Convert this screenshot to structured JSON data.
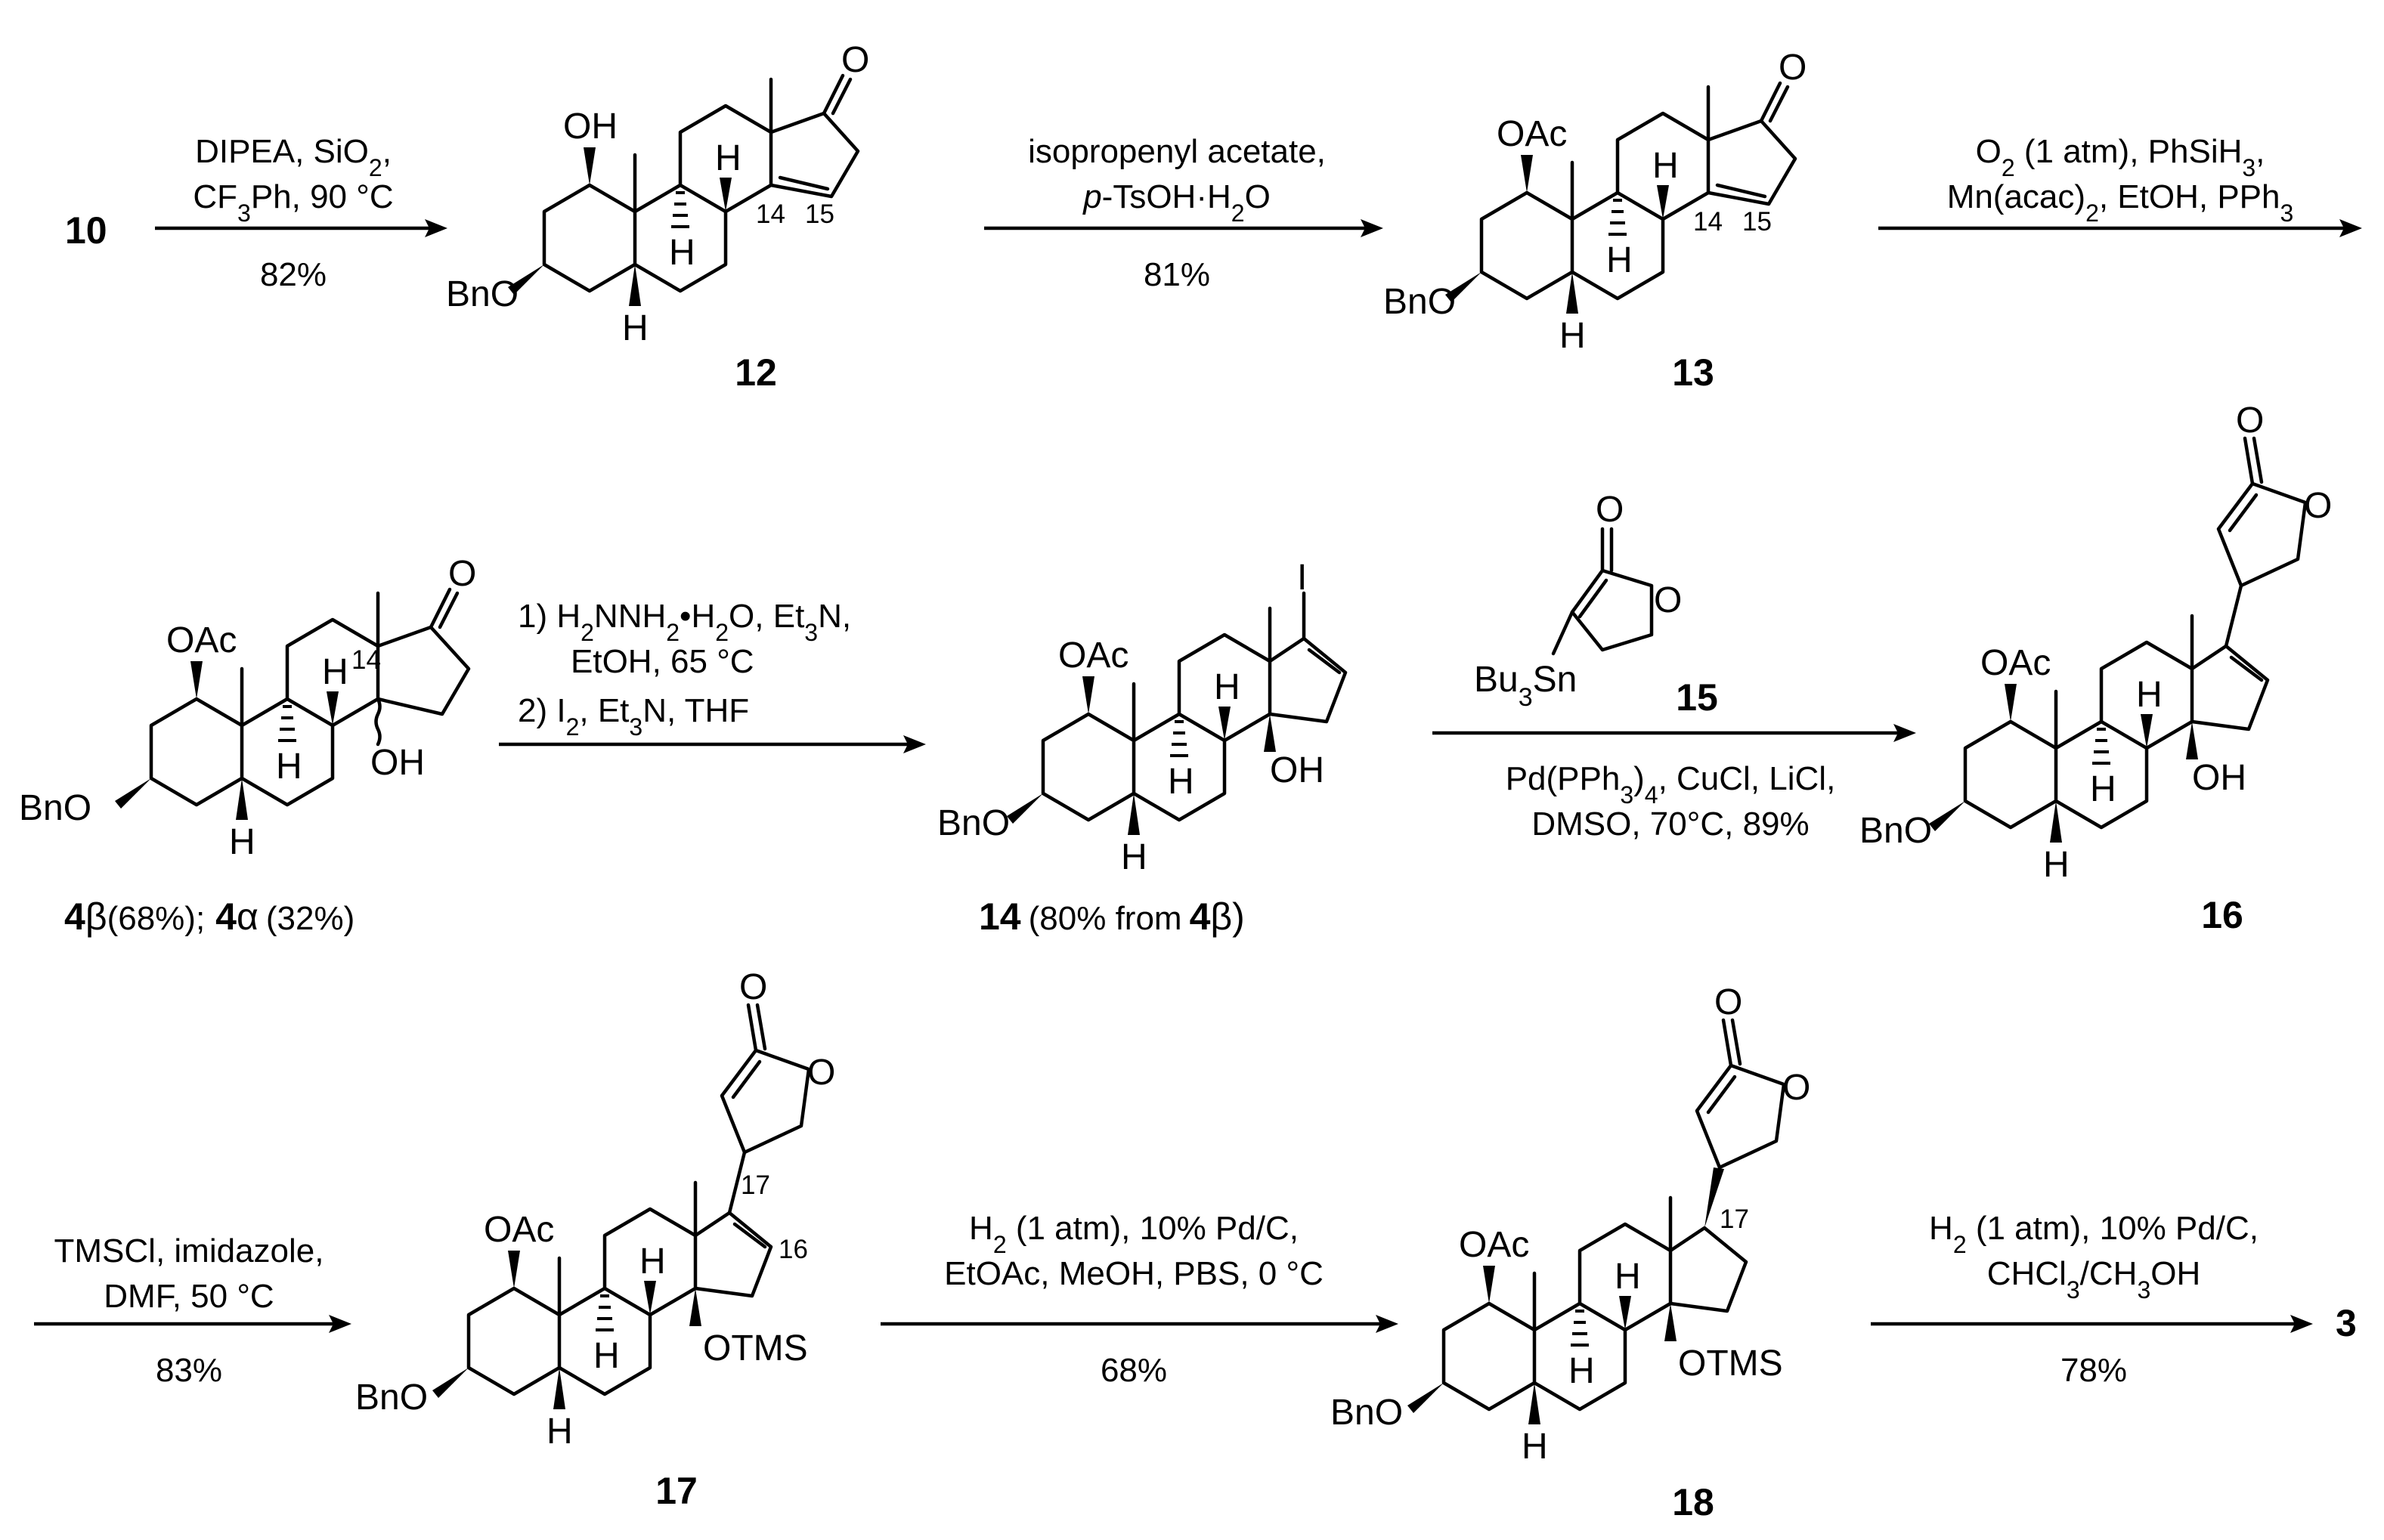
{
  "compounds": {
    "c10": "10",
    "c12": "12",
    "c13": "13",
    "c4b": "4",
    "c4a": "4",
    "c14": "14",
    "c15": "15",
    "c16": "16",
    "c17": "17",
    "c18": "18",
    "c3": "3"
  },
  "labels": {
    "l4b_greek": "β",
    "l4b_yield": "(68%);",
    "l4a_greek": "α",
    "l4a_yield": "(32%)",
    "l14_text": "(80% from",
    "l14_ref": "4",
    "l14_greek": "β",
    "l14_close": ")"
  },
  "atoms": {
    "OH": "OH",
    "OAc": "OAc",
    "BnO": "BnO",
    "H": "H",
    "O": "O",
    "I": "I",
    "OTMS": "OTMS",
    "n14": "14",
    "n15": "15",
    "n16": "16",
    "n17": "17",
    "Bu3Sn_a": "Bu",
    "Bu3Sn_sub": "3",
    "Bu3Sn_b": "Sn"
  },
  "steps": {
    "s1": {
      "line1": "DIPEA, SiO",
      "line1_sub": "2",
      "line1_end": ",",
      "line2_a": "CF",
      "line2_sub": "3",
      "line2_b": "Ph, 90 °C",
      "yield": "82%"
    },
    "s2": {
      "line1": "isopropenyl acetate,",
      "line2_a": "p",
      "line2_b": "-TsOH·H",
      "line2_sub": "2",
      "line2_c": "O",
      "yield": "81%"
    },
    "s3": {
      "line1_a": "O",
      "line1_sub": "2",
      "line1_b": " (1 atm), PhSiH",
      "line1_sub2": "3",
      "line1_c": ",",
      "line2_a": "Mn(acac)",
      "line2_sub": "2",
      "line2_b": ", EtOH, PPh",
      "line2_sub2": "3"
    },
    "s4": {
      "line1_a": "1) H",
      "line1_sub": "2",
      "line1_b": "NNH",
      "line1_sub2": "2",
      "line1_c": "•H",
      "line1_sub3": "2",
      "line1_d": "O",
      "line1_e": ", Et",
      "line1_sub4": "3",
      "line1_f": "N,",
      "line2": "EtOH, 65 °C",
      "line3_a": "2) I",
      "line3_sub": "2",
      "line3_b": ", Et",
      "line3_sub2": "3",
      "line3_c": "N, THF"
    },
    "s5": {
      "line1_a": "Pd(PPh",
      "line1_sub": "3",
      "line1_b": ")",
      "line1_sub2": "4",
      "line1_c": ", CuCl, LiCl,",
      "line2": "DMSO, 70°C, 89%"
    },
    "s6": {
      "line1": "TMSCl, imidazole,",
      "line2": "DMF,  50 °C",
      "yield": "83%"
    },
    "s7": {
      "line1_a": "H",
      "line1_sub": "2",
      "line1_b": " (1 atm), 10% Pd/C,",
      "line2": "EtOAc, MeOH, PBS, 0 °C",
      "yield": "68%"
    },
    "s8": {
      "line1_a": "H",
      "line1_sub": "2",
      "line1_b": " (1 atm), 10% Pd/C,",
      "line2_a": "CHCl",
      "line2_sub": "3",
      "line2_b": "/CH",
      "line2_sub2": "3",
      "line2_c": "OH",
      "yield": "78%"
    }
  }
}
